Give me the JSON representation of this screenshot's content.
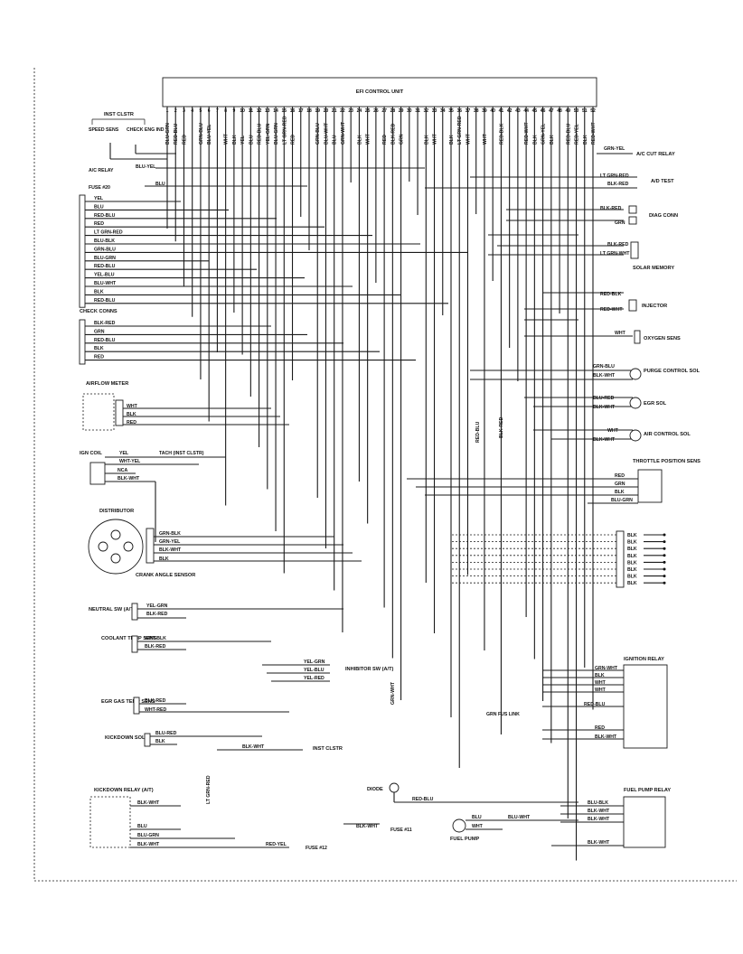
{
  "ecu": {
    "title": "EFI CONTROL UNIT",
    "pins": [
      "1",
      "2",
      "3",
      "4",
      "5",
      "6",
      "7",
      "8",
      "9",
      "10",
      "11",
      "12",
      "13",
      "14",
      "15",
      "16",
      "17",
      "18",
      "19",
      "20",
      "21",
      "22",
      "23",
      "24",
      "25",
      "26",
      "27",
      "28",
      "29",
      "30",
      "31",
      "32",
      "33",
      "34",
      "35",
      "36",
      "37",
      "38",
      "39",
      "40",
      "41",
      "42",
      "43",
      "44",
      "45",
      "46",
      "47",
      "48",
      "49",
      "50",
      "51",
      "52"
    ],
    "pin_wires": [
      "BLU-GRN",
      "RED-BLU",
      "RED",
      "",
      "GRN-BLU",
      "BLU-YEL",
      "",
      "WHT",
      "BLK",
      "YEL",
      "BLU",
      "RED-BLU",
      "YEL-GRN",
      "BLU-GRN",
      "LT GRN-RED",
      "RED",
      "",
      "",
      "GRN-BLU",
      "BLU-WHT",
      "BLU",
      "GRN-WHT",
      "",
      "BLK",
      "WHT",
      "",
      "RED",
      "BLK-RED",
      "GRN",
      "",
      "",
      "BLK",
      "WHT",
      "",
      "BLK",
      "LT GRN-RED",
      "WHT",
      "",
      "WHT",
      "",
      "RED-BLK",
      "",
      "",
      "RED-WHT",
      "BLK",
      "GRN-YEL",
      "BLK",
      "",
      "RED-BLU",
      "RED-YEL",
      "BLK",
      "RED-WHT"
    ]
  },
  "inst_cluster": {
    "title": "INST CLSTR",
    "speed": "SPEED SENS",
    "check": "CHECK ENG IND"
  },
  "left_labels": {
    "ac_relay": "A/C RELAY",
    "ac_relay_wire": "BLU-YEL",
    "fuse20": "FUSE #20",
    "fuse20_wire": "BLU"
  },
  "connector1": {
    "wires": [
      "YEL",
      "BLU",
      "RED-BLU",
      "RED",
      "LT GRN-RED",
      "BLU-BLK",
      "GRN-BLU",
      "BLU-GRN",
      "RED-BLU",
      "YEL-BLU",
      "BLU-WHT",
      "BLK",
      "RED-BLU"
    ]
  },
  "check_conns": {
    "title": "CHECK CONNS",
    "wires": [
      "BLK-RED",
      "GRN",
      "RED-BLU",
      "BLK",
      "RED"
    ]
  },
  "airflow": {
    "title": "AIRFLOW METER",
    "wires": [
      "WHT",
      "BLK",
      "RED"
    ]
  },
  "ign": {
    "coil": "IGN COIL",
    "yel": "YEL",
    "wht_yel": "WHT-YEL",
    "nca": "NCA",
    "blk_wht": "BLK-WHT",
    "tach": "TACH (INST CLSTR)"
  },
  "distributor": {
    "title": "DISTRIBUTOR",
    "sensor": "CRANK ANGLE SENSOR",
    "wires": [
      "GRN-BLK",
      "GRN-YEL",
      "BLK-WHT",
      "BLK"
    ]
  },
  "neutral": {
    "title": "NEUTRAL SW (A/T)",
    "wires": [
      "YEL-GRN",
      "BLK-RED"
    ]
  },
  "coolant": {
    "title": "COOLANT TEMP SENS",
    "wires": [
      "WHT-BLK",
      "BLK-RED"
    ]
  },
  "inhibitor": {
    "title": "INHIBITOR SW (A/T)",
    "wires": [
      "YEL-GRN",
      "YEL-BLU",
      "YEL-RED"
    ]
  },
  "egr_temp": {
    "title": "EGR GAS TEMP SENS",
    "wires": [
      "BLK-RED",
      "WHT-RED"
    ]
  },
  "kickdown_sol": {
    "title": "KICKDOWN SOL",
    "wires": [
      "BLU-RED",
      "BLK"
    ]
  },
  "inst_clstr_mid": {
    "title": "INST CLSTR",
    "wire": "BLK-WHT"
  },
  "vertical_labels": {
    "lt_grn_red": "LT GRN-RED",
    "grn_wht": "GRN-WHT",
    "red_blu": "RED-BLU",
    "blk_red": "BLK-RED"
  },
  "kickdown_relay": {
    "title": "KICKDOWN RELAY (A/T)",
    "wires": [
      "BLK-WHT",
      "BLU",
      "BLU-GRN",
      "BLK-WHT"
    ],
    "red_yel": "RED-YEL",
    "fuse12": "FUSE #12"
  },
  "diode": {
    "title": "DIODE",
    "wire": "RED-BLU"
  },
  "fuse11": {
    "title": "FUSE #11",
    "wire": "BLK-WHT"
  },
  "fuel_pump": {
    "title": "FUEL PUMP",
    "wires": [
      "BLU",
      "WHT",
      "BLU-WHT"
    ]
  },
  "fuel_pump_relay": {
    "title": "FUEL PUMP RELAY",
    "wires": [
      "BLU-BLK",
      "BLK-WHT",
      "BLK-WHT",
      "BLK-WHT"
    ]
  },
  "grn_fus_link": "GRN FUS LINK",
  "ignition_relay": {
    "title": "IGNITION RELAY",
    "wires": [
      "GRN-WHT",
      "BLK",
      "WHT",
      "WHT",
      "RED-BLU",
      "RED",
      "BLK-WHT"
    ]
  },
  "right": {
    "ac_cut": {
      "title": "A/C CUT RELAY",
      "wire": "GRN-YEL"
    },
    "ad_test": {
      "title": "A/D TEST",
      "wires": [
        "LT GRN-RED",
        "BLK-RED"
      ]
    },
    "diag": {
      "title": "DIAG CONN",
      "wires": [
        "BLK-RED",
        "GRN"
      ]
    },
    "solar": {
      "title": "SOLAR MEMORY",
      "wires": [
        "BLK-RED",
        "LT GRN-WHT"
      ]
    },
    "injector": {
      "title": "INJECTOR",
      "wires": [
        "RED-BLK",
        "RED-WHT"
      ]
    },
    "oxygen": {
      "title": "OXYGEN SENS",
      "wire": "WHT"
    },
    "purge": {
      "title": "PURGE CONTROL SOL",
      "wires": [
        "GRN-BLU",
        "BLK-WHT"
      ]
    },
    "egr_sol": {
      "title": "EGR SOL",
      "wires": [
        "BLU-RED",
        "BLK-WHT"
      ]
    },
    "air": {
      "title": "AIR CONTROL SOL",
      "wires": [
        "WHT",
        "BLK-WHT"
      ]
    },
    "throttle": {
      "title": "THROTTLE POSITION SENS",
      "wires": [
        "RED",
        "GRN",
        "BLK",
        "BLU-GRN"
      ]
    },
    "ground_block": {
      "wires": [
        "BLK",
        "BLK",
        "BLK",
        "BLK",
        "BLK",
        "BLK",
        "BLK",
        "BLK"
      ]
    }
  }
}
